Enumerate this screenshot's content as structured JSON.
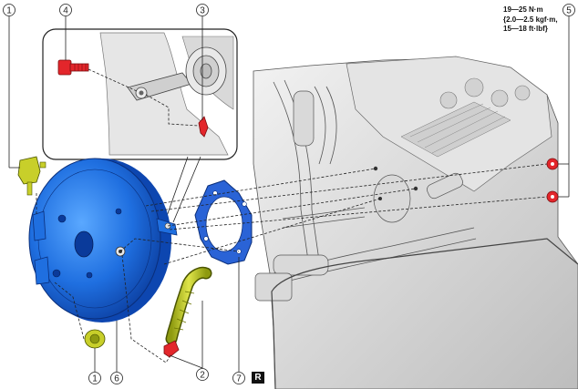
{
  "callouts": {
    "c1_top": "1",
    "c1_bottom": "1",
    "c2": "2",
    "c3": "3",
    "c4": "4",
    "c5": "5",
    "c6": "6",
    "c7": "7"
  },
  "torque_spec": {
    "line1": "19—25 N·m",
    "line2": "{2.0—2.5 kgf·m,",
    "line3": "15—18 ft·lbf}"
  },
  "badge": "R",
  "colors": {
    "booster_blue": "#1f6fe0",
    "gasket_blue": "#2a63d6",
    "hose_yellow": "#c8cf2a",
    "fastener_red": "#e3262b",
    "line_dark": "#222222"
  }
}
